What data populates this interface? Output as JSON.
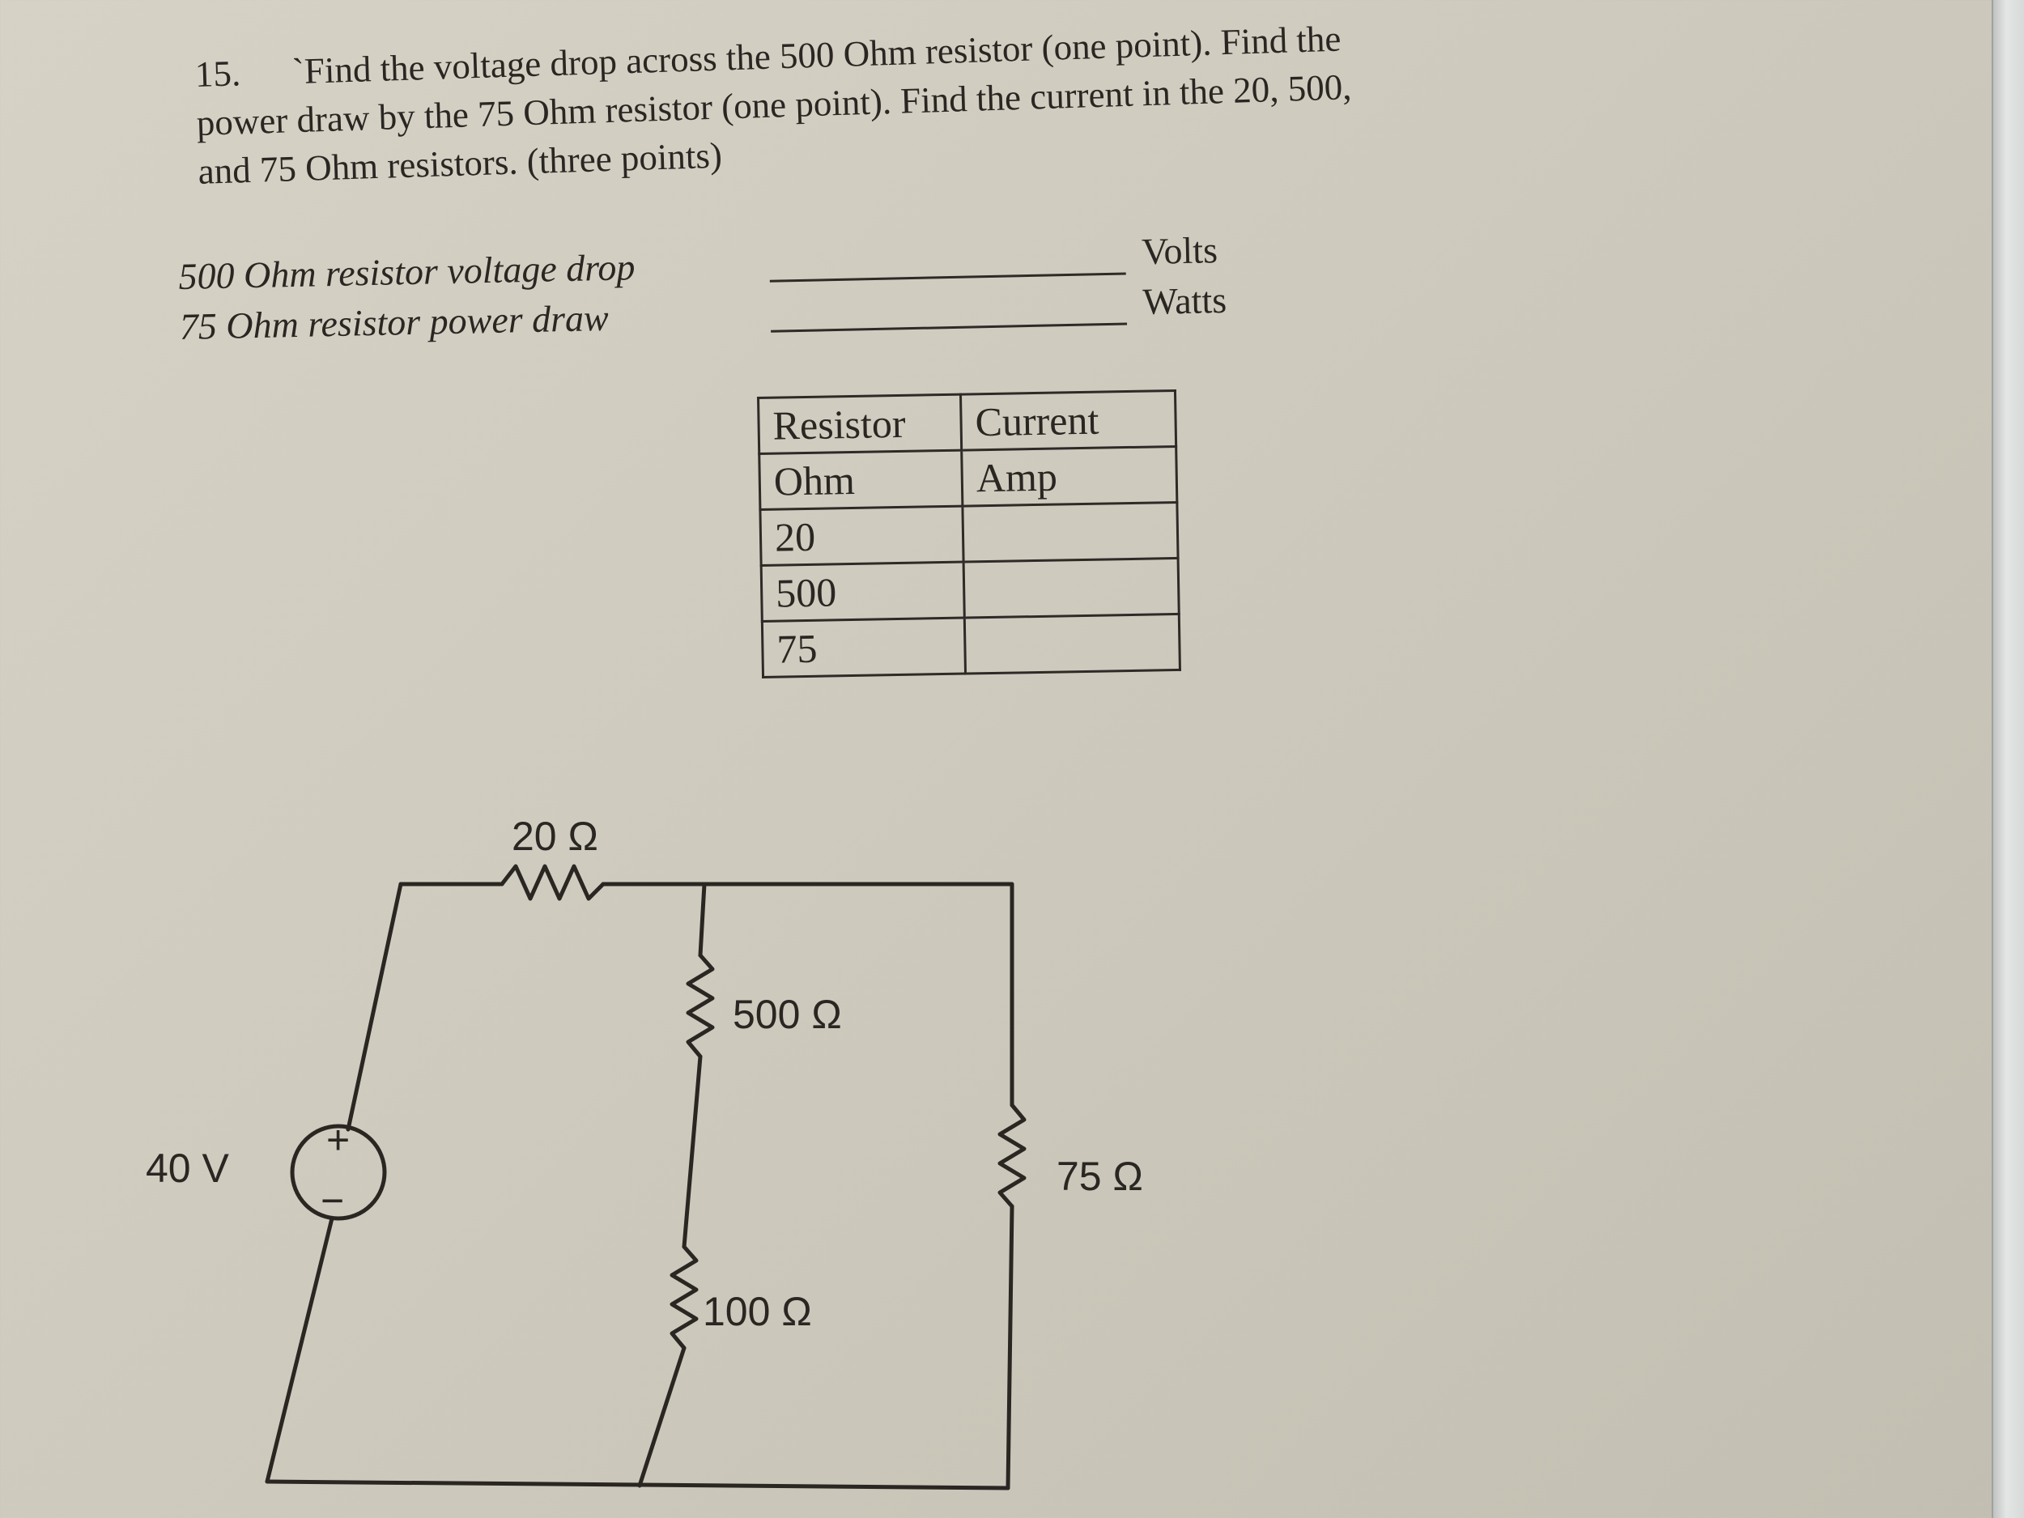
{
  "question": {
    "number": "15.",
    "lines": [
      "ˋFind the voltage drop across the 500 Ohm resistor (one point).  Find the",
      "power draw by the 75 Ohm resistor (one point).  Find the current in the 20, 500,",
      "and 75 Ohm resistors.  (three points)"
    ]
  },
  "answers": [
    {
      "label": "500 Ohm resistor voltage drop",
      "unit": "Volts"
    },
    {
      "label": "75 Ohm resistor power draw",
      "unit": "Watts"
    }
  ],
  "table": {
    "headers": [
      "Resistor",
      "Current"
    ],
    "units": [
      "Ohm",
      "Amp"
    ],
    "rows": [
      [
        "20",
        ""
      ],
      [
        "500",
        ""
      ],
      [
        "75",
        ""
      ]
    ]
  },
  "circuit": {
    "source_label": "40 V",
    "plus": "+",
    "minus": "−",
    "r1_label": "20 Ω",
    "r2_label": "500 Ω",
    "r3_label": "100 Ω",
    "r4_label": "75 Ω"
  }
}
